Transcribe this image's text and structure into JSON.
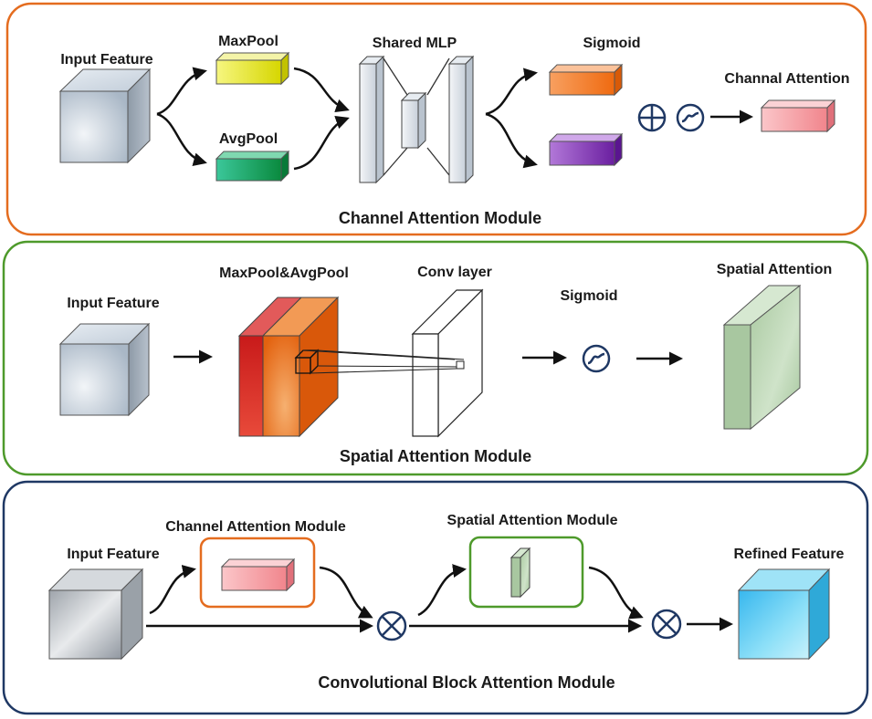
{
  "channel_module": {
    "border_color": "#E46C1F",
    "title": "Channel Attention Module",
    "input_label": "Input Feature",
    "maxpool_label": "MaxPool",
    "avgpool_label": "AvgPool",
    "mlp_label": "Shared MLP",
    "sigmoid_label": "Sigmoid",
    "output_label": "Channal Attention",
    "symbols": [
      "plus-circle-icon",
      "sigmoid-icon"
    ]
  },
  "spatial_module": {
    "border_color": "#4E9A2B",
    "title": "Spatial Attention Module",
    "input_label": "Input Feature",
    "pool_label": "MaxPool&AvgPool",
    "conv_label": "Conv layer",
    "sigmoid_label": "Sigmoid",
    "output_label": "Spatial Attention",
    "symbols": [
      "sigmoid-icon"
    ]
  },
  "cbam_module": {
    "border_color": "#1F3864",
    "title": "Convolutional Block Attention Module",
    "input_label": "Input Feature",
    "channel_label": "Channel Attention Module",
    "spatial_label": "Spatial Attention Module",
    "output_label": "Refined Feature",
    "symbols": [
      "multiply-circle-icon",
      "multiply-circle-icon"
    ]
  },
  "colors": {
    "cube_gray": "#C9D3DE",
    "maxpool_yellow": "#E8E800",
    "avgpool_green": "#10A060",
    "sigmoid_orange": "#F47B20",
    "sigmoid_purple": "#7B2FB0",
    "attention_pink": "#F4A3A8",
    "spatial_red": "#D82020",
    "spatial_orange": "#E86A18",
    "spatial_green": "#B8D4B0",
    "refined_cyan": "#3FC3EE",
    "arrow": "#111111"
  }
}
